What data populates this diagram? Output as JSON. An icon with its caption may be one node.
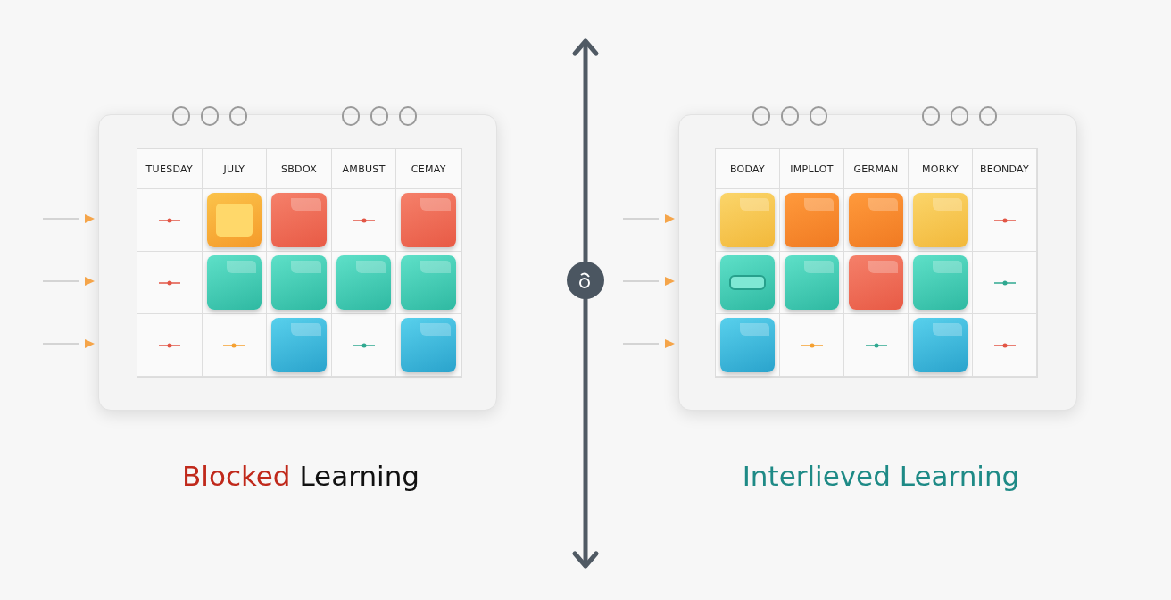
{
  "diagram": {
    "labels": [
      "TUESDAY",
      "JULY",
      "SBDOX",
      "AMBUST",
      "CEMAY",
      "BODAY",
      "IMPLLOT",
      "GERMAN",
      "MORKY",
      "BEONDAY",
      "Blocked Learning",
      "Interlieved Learning"
    ]
  }
}
